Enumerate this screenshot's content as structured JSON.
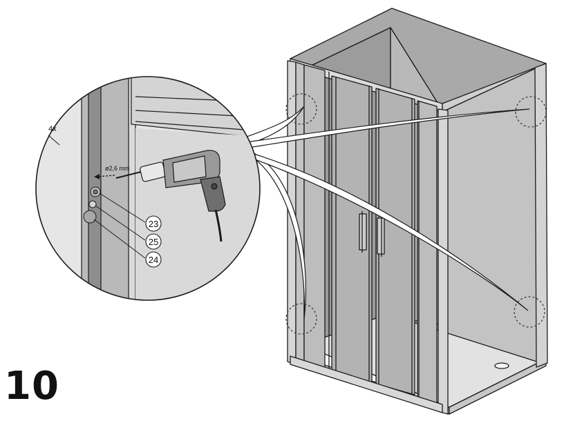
{
  "step": {
    "number": "10"
  },
  "detail": {
    "quantity": "4x",
    "drill_size": "ø2,6 mm",
    "parts": [
      "23",
      "25",
      "24"
    ]
  },
  "colors": {
    "wall": "#bcbcbc",
    "wall_dark": "#a3a3a3",
    "frame": "#d9d9d9",
    "outline": "#1a1a1a"
  },
  "icons": [
    "drill-icon",
    "screw-icon",
    "washer-icon",
    "cap-icon"
  ]
}
